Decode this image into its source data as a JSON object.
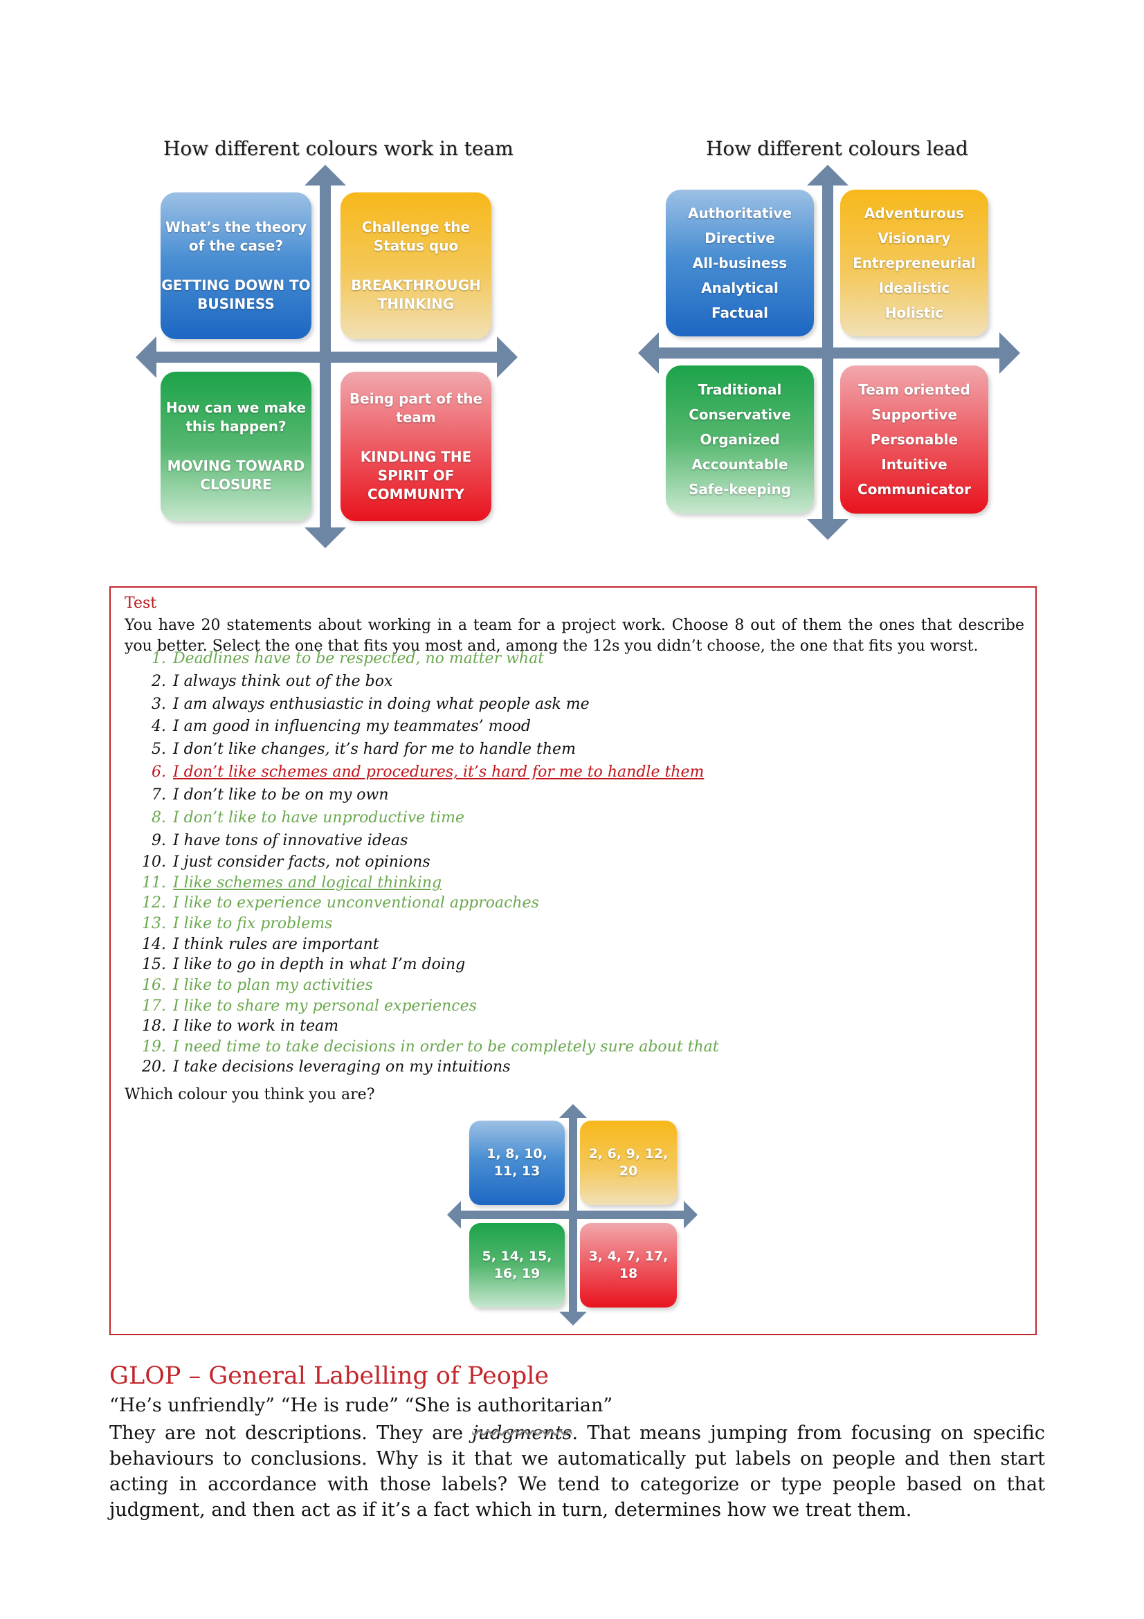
{
  "diagram_work": {
    "title": "How different colours work in team",
    "quadrants": [
      {
        "top": "What’s the theory of the case?",
        "bottom": "GETTING DOWN TO BUSINESS"
      },
      {
        "top": "Challenge the Status quo",
        "bottom": "BREAKTHROUGH THINKING"
      },
      {
        "top": "How can we make this happen?",
        "bottom": "MOVING TOWARD CLOSURE"
      },
      {
        "top": "Being part of the team",
        "bottom": "KINDLING THE SPIRIT OF COMMUNITY"
      }
    ]
  },
  "diagram_lead": {
    "title": "How different colours lead",
    "quadrants": [
      {
        "lines": [
          "Authoritative",
          "Directive",
          "All-business",
          "Analytical",
          "Factual"
        ]
      },
      {
        "lines": [
          "Adventurous",
          "Visionary",
          "Entrepreneurial",
          "Idealistic",
          "Holistic"
        ]
      },
      {
        "lines": [
          "Traditional",
          "Conservative",
          "Organized",
          "Accountable",
          "Safe-keeping"
        ]
      },
      {
        "lines": [
          "Team oriented",
          "Supportive",
          "Personable",
          "Intuitive",
          "Communicator"
        ]
      }
    ]
  },
  "test": {
    "title": "Test",
    "intro": "You have 20 statements about working in a team for a project work. Choose 8 out of them the ones that describe you better. Select the one that fits you most and, among the 12s you didn’t choose, the one that fits you worst.",
    "statements": [
      {
        "num": "1.",
        "text": "Deadlines have to be respected, no matter what",
        "color": "green"
      },
      {
        "num": "2.",
        "text": "I always think out of the box",
        "color": "black"
      },
      {
        "num": "3.",
        "text": "I am always enthusiastic in doing what people ask me",
        "color": "black"
      },
      {
        "num": "4.",
        "text": "I am good in influencing my teammates’ mood",
        "color": "black"
      },
      {
        "num": "5.",
        "text": "I don’t like changes, it’s hard for me to handle them",
        "color": "black"
      },
      {
        "num": "6.",
        "text": "I don’t like schemes and procedures, it’s hard for me to handle them",
        "color": "red"
      },
      {
        "num": "7.",
        "text": "I don’t like to be on my own",
        "color": "black"
      },
      {
        "num": "8.",
        "text": "I don’t like to have unproductive time",
        "color": "green"
      },
      {
        "num": "9.",
        "text": "I have tons of innovative ideas",
        "color": "black"
      },
      {
        "num": "10.",
        "text": "I just consider facts, not opinions",
        "color": "black"
      },
      {
        "num": "11.",
        "text": "I like schemes and logical thinking",
        "color": "green"
      },
      {
        "num": "12.",
        "text": "I like to experience unconventional approaches",
        "color": "green"
      },
      {
        "num": "13.",
        "text": "I like to fix problems",
        "color": "green"
      },
      {
        "num": "14.",
        "text": "I think rules are important",
        "color": "black"
      },
      {
        "num": "15.",
        "text": "I like to go in depth in what I’m doing",
        "color": "black"
      },
      {
        "num": "16.",
        "text": "I like to plan my activities",
        "color": "green"
      },
      {
        "num": "17.",
        "text": "I like to share my personal experiences",
        "color": "green"
      },
      {
        "num": "18.",
        "text": "I like to work in team",
        "color": "black"
      },
      {
        "num": "19.",
        "text": "I need time to take decisions in order to be completely sure about that",
        "color": "green"
      },
      {
        "num": "20.",
        "text": "I take decisions leveraging on my intuitions",
        "color": "black"
      }
    ],
    "question": "Which colour you think you are?",
    "answer_grid": [
      "1, 8, 10, 11, 13",
      "2, 6, 9, 12, 20",
      "5, 14, 15, 16, 19",
      "3, 4, 7, 17, 18"
    ]
  },
  "glop": {
    "title": "GLOP – General Labelling of People",
    "quote": "“He’s unfriendly” “He is rude” “She is authoritarian”",
    "body_before": "They are not descriptions. They are ",
    "body_emph": "judgments",
    "body_after": ". That means jumping from focusing on specific behaviours to conclusions. Why is it that we automatically put labels on people and then start acting in accordance with those labels?  We tend to categorize or type people based on that judgment, and then act as if it’s a fact which in turn, determines how we treat them."
  }
}
